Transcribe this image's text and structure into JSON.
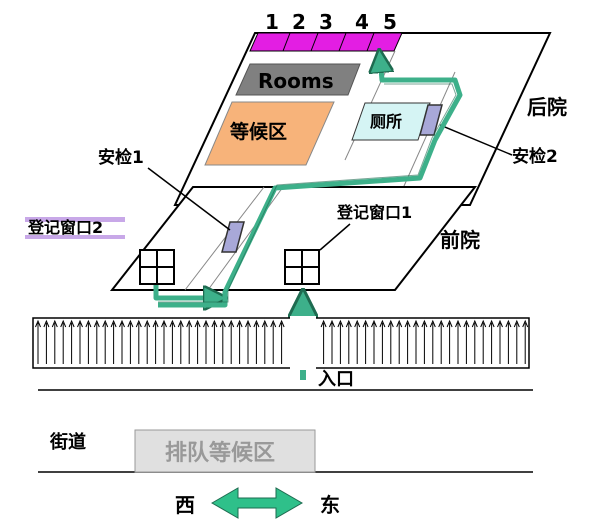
{
  "labels": {
    "rooms": "Rooms",
    "waiting_area": "等候区",
    "restroom": "厕所",
    "back_yard": "后院",
    "front_yard": "前院",
    "security_check_1": "安检1",
    "security_check_2": "安检2",
    "registration_window_1": "登记窗口1",
    "registration_window_2": "登记窗口2",
    "entrance": "入口",
    "street": "街道",
    "queue_waiting_area": "排队等候区",
    "west": "西",
    "east": "东"
  },
  "room_numbers": [
    "1",
    "2",
    "3",
    "4",
    "5"
  ],
  "colors": {
    "path_arrow": "#3db08a",
    "room_strip": "#e31ee3",
    "rooms_box": "#808080",
    "waiting_area": "#f7b37a",
    "restroom": "#d5f4f4",
    "security_device": "#a8a8d8",
    "registration_highlight": "#c8a8e8",
    "queue_box": "#e0e0e0"
  }
}
